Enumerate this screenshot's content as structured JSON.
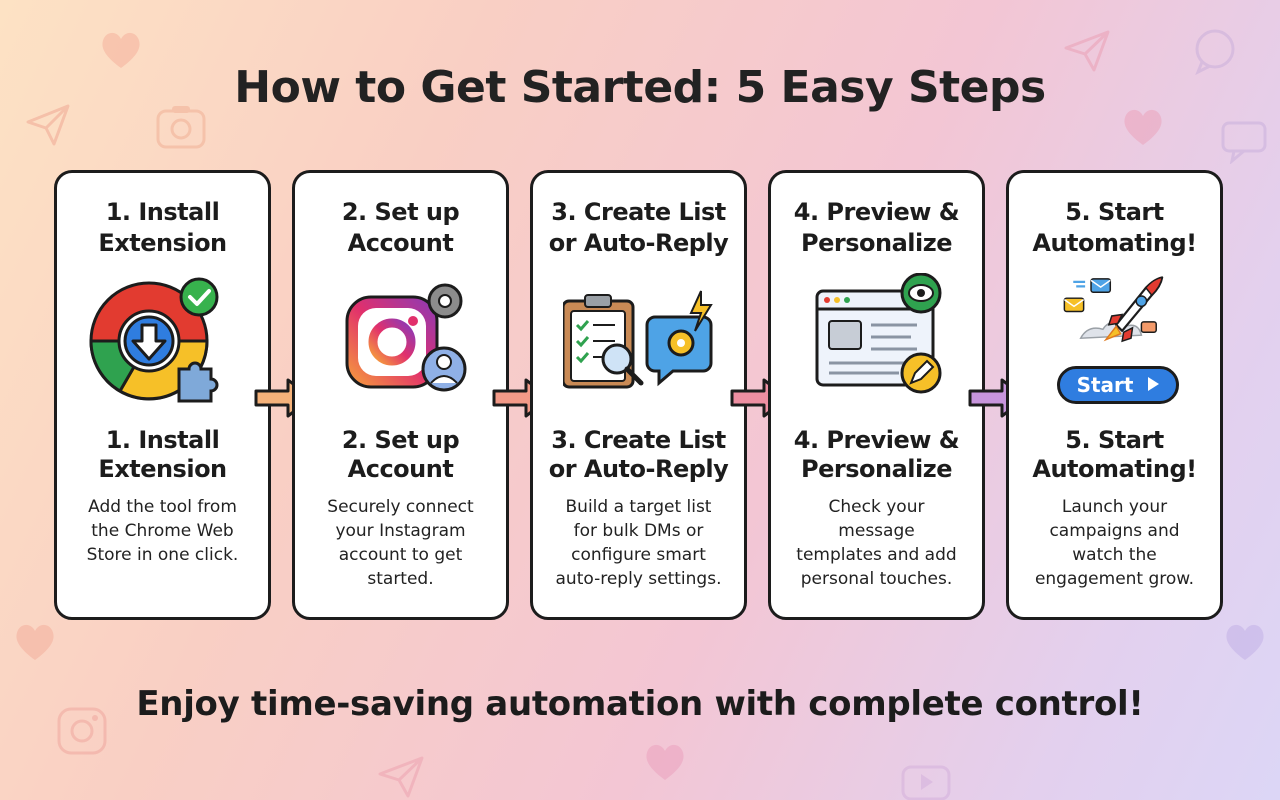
{
  "title": "How to Get Started: 5 Easy Steps",
  "steps": [
    {
      "heading": "1. Install\nExtension",
      "subheading": "1. Install\nExtension",
      "description": "Add the tool from\nthe Chrome Web\nStore in one click.",
      "icon": "chrome-download-icon"
    },
    {
      "heading": "2. Set up\nAccount",
      "subheading": "2. Set up\nAccount",
      "description": "Securely connect\nyour Instagram\naccount to get\nstarted.",
      "icon": "instagram-settings-icon"
    },
    {
      "heading": "3. Create List\nor Auto-Reply",
      "subheading": "3. Create List\nor Auto-Reply",
      "description": "Build a target list\nfor bulk DMs or\nconfigure smart\nauto-reply settings.",
      "icon": "clipboard-checklist-icon"
    },
    {
      "heading": "4. Preview &\nPersonalize",
      "subheading": "4. Preview &\nPersonalize",
      "description": "Check your\nmessage\ntemplates and add\npersonal touches.",
      "icon": "browser-preview-icon"
    },
    {
      "heading": "5. Start\nAutomating!",
      "subheading": "5. Start\nAutomating!",
      "description": "Launch your\ncampaigns and\nwatch the\nengagement grow.",
      "icon": "rocket-icon",
      "button_label": "Start"
    }
  ],
  "footer": "Enjoy time-saving automation with complete control!",
  "colors": {
    "arrow_1": "#f5b27a",
    "arrow_2": "#f39a88",
    "arrow_3": "#ee8fa2",
    "arrow_4": "#c795dc",
    "start_button": "#2f7de0"
  }
}
